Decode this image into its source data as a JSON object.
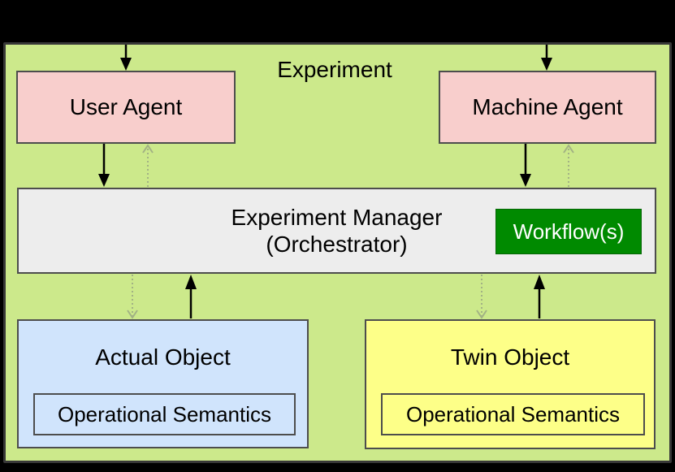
{
  "diagram": {
    "title": "Experiment",
    "nodes": {
      "user_agent": {
        "label": "User Agent",
        "fill": "#f8cecc"
      },
      "machine_agent": {
        "label": "Machine Agent",
        "fill": "#f8cecc"
      },
      "experiment_manager": {
        "label_line1": "Experiment Manager",
        "label_line2": "(Orchestrator)",
        "fill": "#ededed"
      },
      "workflow": {
        "label": "Workflow(s)",
        "fill": "#008a00",
        "text_color": "#ffffff"
      },
      "actual_object": {
        "label": "Actual Object",
        "sub_label": "Operational Semantics",
        "fill": "#d0e4fc"
      },
      "twin_object": {
        "label": "Twin Object",
        "sub_label": "Operational Semantics",
        "fill": "#fdff88"
      }
    },
    "colors": {
      "canvas_background": "#000000",
      "panel_background": "#cce98b",
      "panel_border": "#383838",
      "node_border": "#4d4d4d",
      "solid_arrow": "#000000",
      "dotted_arrow": "#a2b284"
    },
    "edges": [
      {
        "from": "outside-top",
        "to": "user_agent",
        "style": "solid"
      },
      {
        "from": "outside-top",
        "to": "machine_agent",
        "style": "solid"
      },
      {
        "from": "user_agent",
        "to": "experiment_manager",
        "style": "solid"
      },
      {
        "from": "experiment_manager",
        "to": "user_agent",
        "style": "dotted"
      },
      {
        "from": "machine_agent",
        "to": "experiment_manager",
        "style": "solid"
      },
      {
        "from": "experiment_manager",
        "to": "machine_agent",
        "style": "dotted"
      },
      {
        "from": "experiment_manager",
        "to": "actual_object",
        "style": "dotted"
      },
      {
        "from": "actual_object",
        "to": "experiment_manager",
        "style": "solid"
      },
      {
        "from": "experiment_manager",
        "to": "twin_object",
        "style": "dotted"
      },
      {
        "from": "twin_object",
        "to": "experiment_manager",
        "style": "solid"
      }
    ]
  }
}
